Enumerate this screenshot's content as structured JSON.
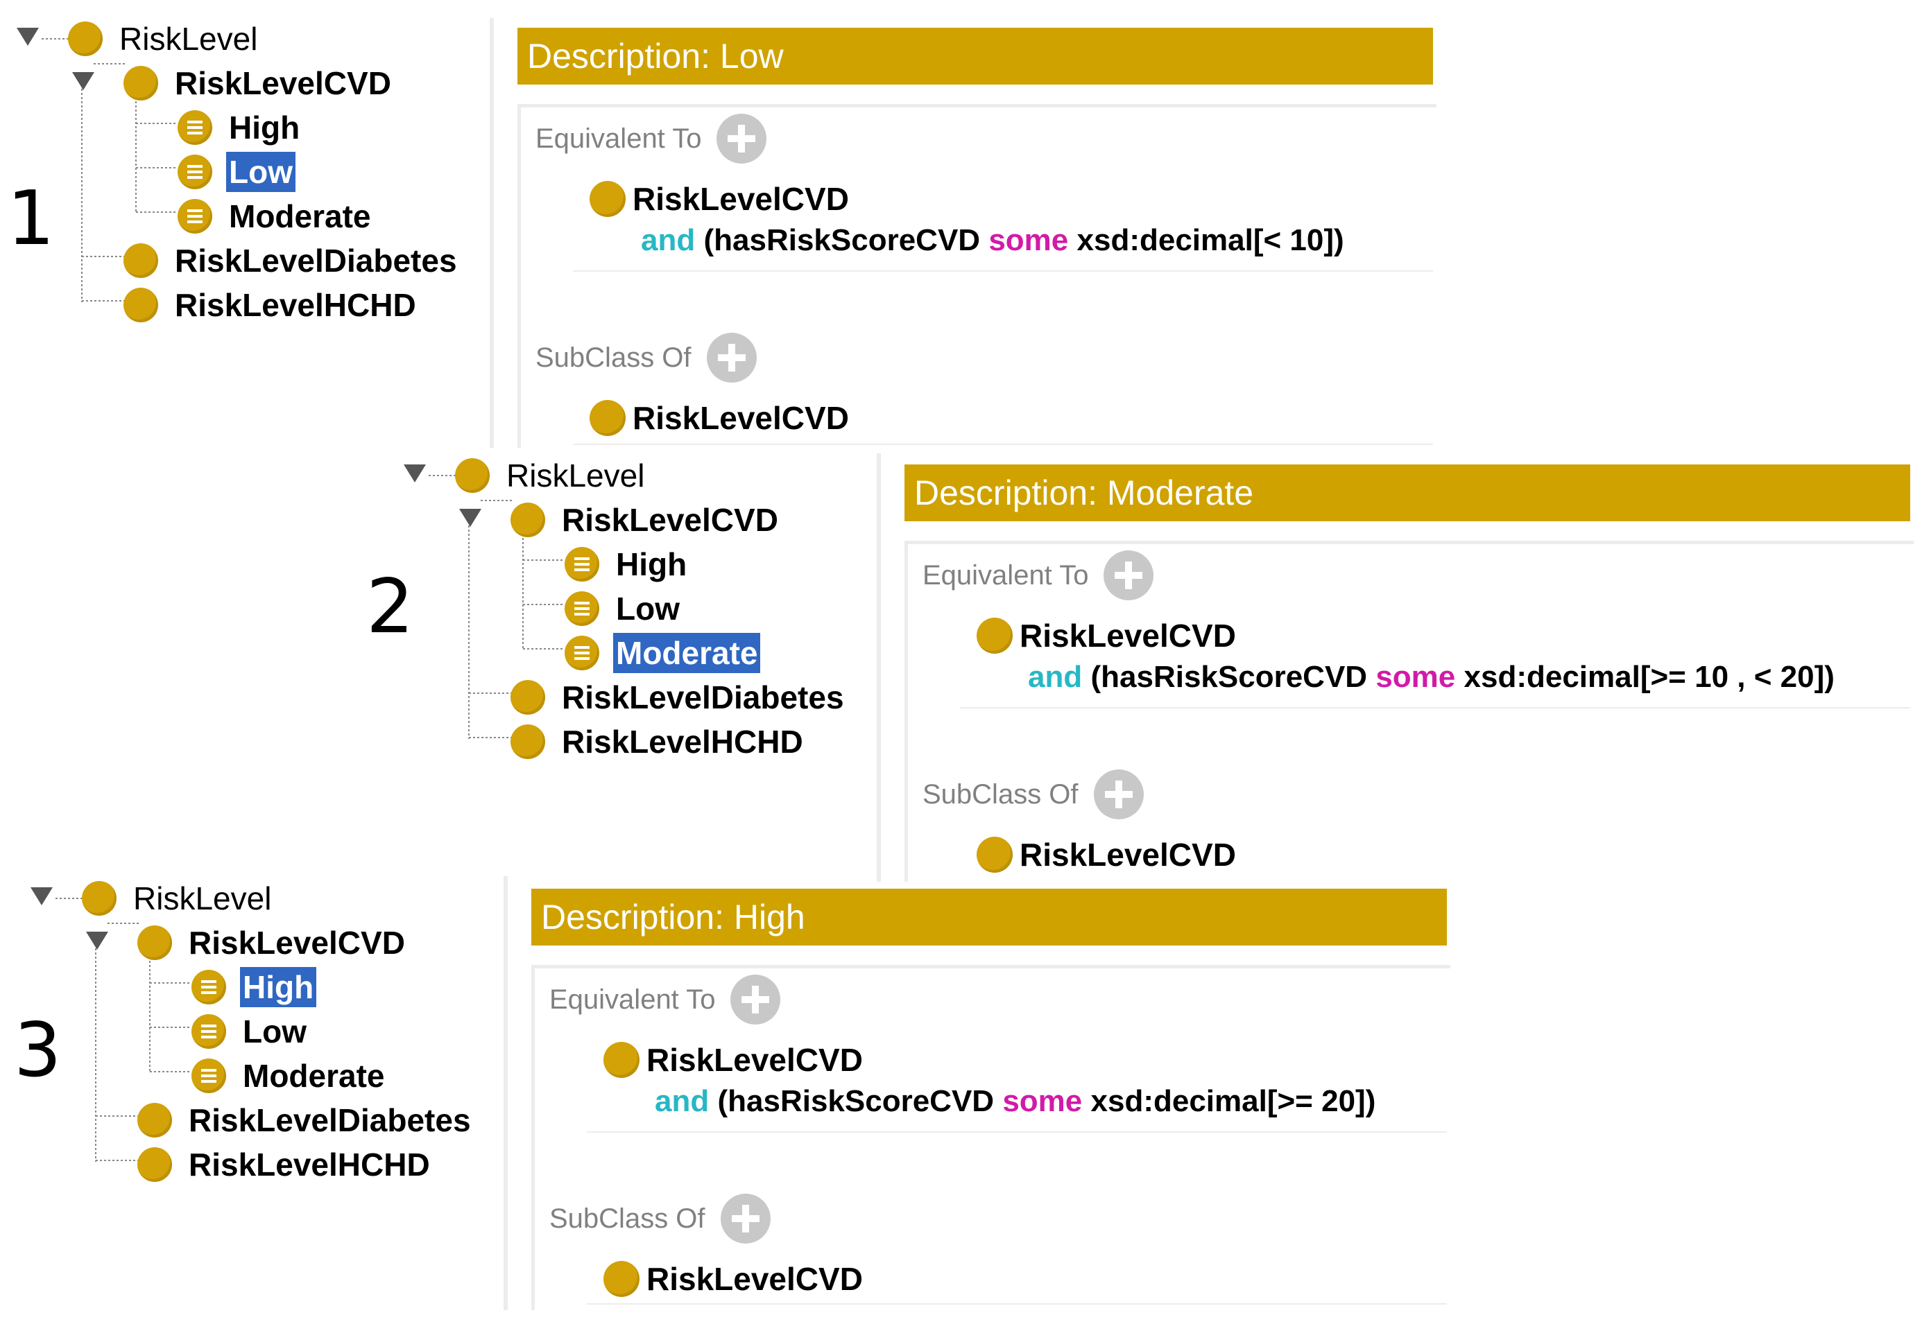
{
  "panels": [
    {
      "number": "1",
      "tree": {
        "root": "RiskLevel",
        "cvd": "RiskLevelCVD",
        "children": [
          "High",
          "Low",
          "Moderate"
        ],
        "selected": "Low",
        "diabetes": "RiskLevelDiabetes",
        "hchd": "RiskLevelHCHD"
      },
      "description": {
        "title": "Description: Low",
        "equivalent_label": "Equivalent To",
        "equivalent_class": "RiskLevelCVD",
        "expr_and": "and",
        "expr_property": "(hasRiskScoreCVD",
        "expr_some": "some",
        "expr_range": "xsd:decimal[< 10])",
        "subclass_label": "SubClass Of",
        "subclass_class": "RiskLevelCVD"
      }
    },
    {
      "number": "2",
      "tree": {
        "root": "RiskLevel",
        "cvd": "RiskLevelCVD",
        "children": [
          "High",
          "Low",
          "Moderate"
        ],
        "selected": "Moderate",
        "diabetes": "RiskLevelDiabetes",
        "hchd": "RiskLevelHCHD"
      },
      "description": {
        "title": "Description: Moderate",
        "equivalent_label": "Equivalent To",
        "equivalent_class": "RiskLevelCVD",
        "expr_and": "and",
        "expr_property": "(hasRiskScoreCVD",
        "expr_some": "some",
        "expr_range": "xsd:decimal[>= 10 , < 20])",
        "subclass_label": "SubClass Of",
        "subclass_class": "RiskLevelCVD"
      }
    },
    {
      "number": "3",
      "tree": {
        "root": "RiskLevel",
        "cvd": "RiskLevelCVD",
        "children": [
          "High",
          "Low",
          "Moderate"
        ],
        "selected": "High",
        "diabetes": "RiskLevelDiabetes",
        "hchd": "RiskLevelHCHD"
      },
      "description": {
        "title": "Description: High",
        "equivalent_label": "Equivalent To",
        "equivalent_class": "RiskLevelCVD",
        "expr_and": "and",
        "expr_property": "(hasRiskScoreCVD",
        "expr_some": "some",
        "expr_range": "xsd:decimal[>= 20])",
        "subclass_label": "SubClass Of",
        "subclass_class": "RiskLevelCVD"
      }
    }
  ],
  "colors": {
    "class_icon": "#d2a207",
    "header_bg": "#cfa200",
    "selection_bg": "#2f67c2",
    "keyword_and": "#27b7c5",
    "keyword_some": "#d21aa8"
  },
  "icons": {
    "class": "class-circle-icon",
    "individual": "individual-list-icon",
    "add": "plus-circle-icon",
    "expand": "triangle-down-icon"
  }
}
